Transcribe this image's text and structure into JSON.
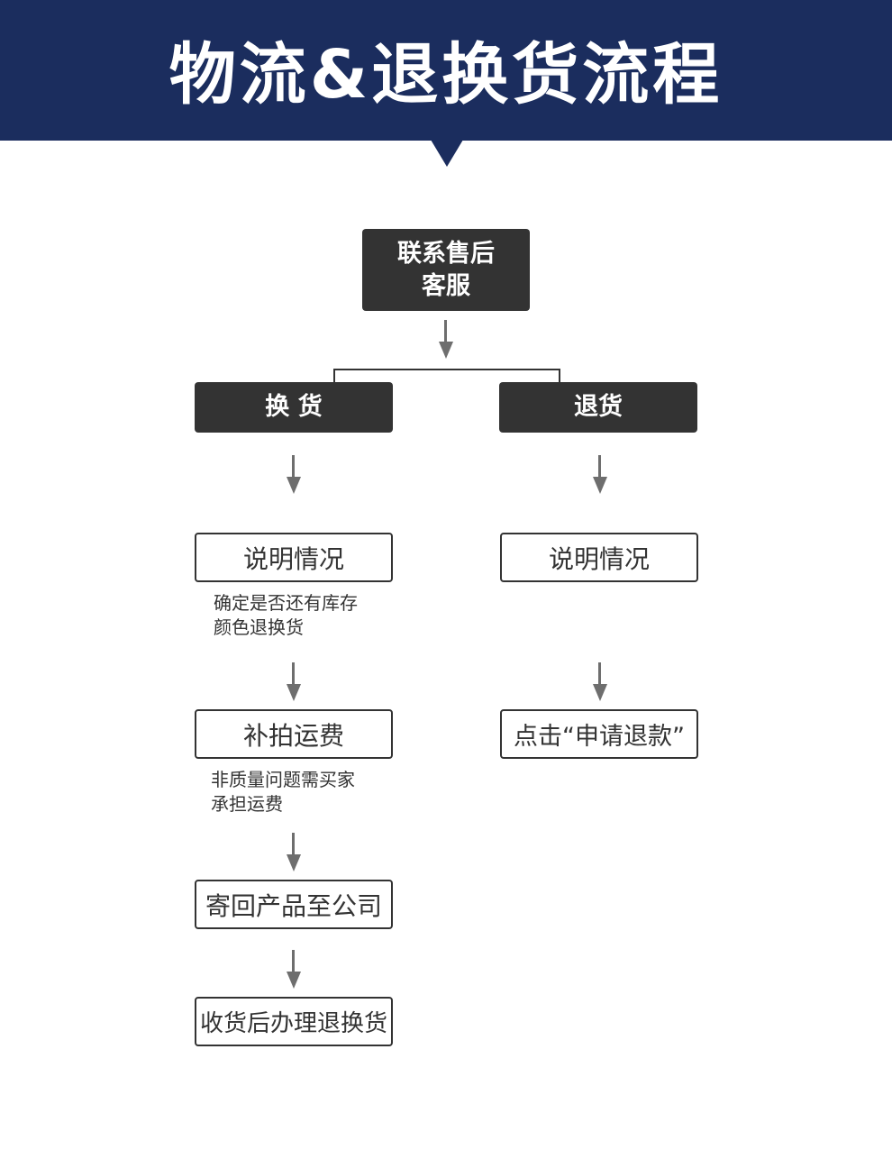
{
  "header": {
    "title": "物流&退换货流程",
    "background": "#1b2d5e"
  },
  "flow": {
    "start": "联系售后\n客服",
    "branch_left": "换 货",
    "branch_right": "退货",
    "left_steps": {
      "step1": "说明情况",
      "note1": "确定是否还有库存\n颜色退换货",
      "step2": "补拍运费",
      "note2": "非质量问题需买家\n承担运费",
      "step3": "寄回产品至公司",
      "step4": "收货后办理退换货"
    },
    "right_steps": {
      "step1": "说明情况",
      "step2": "点击“申请退款”"
    }
  },
  "colors": {
    "dark_box": "#333333",
    "arrow": "#6e6e6e",
    "banner": "#1b2d5e"
  }
}
